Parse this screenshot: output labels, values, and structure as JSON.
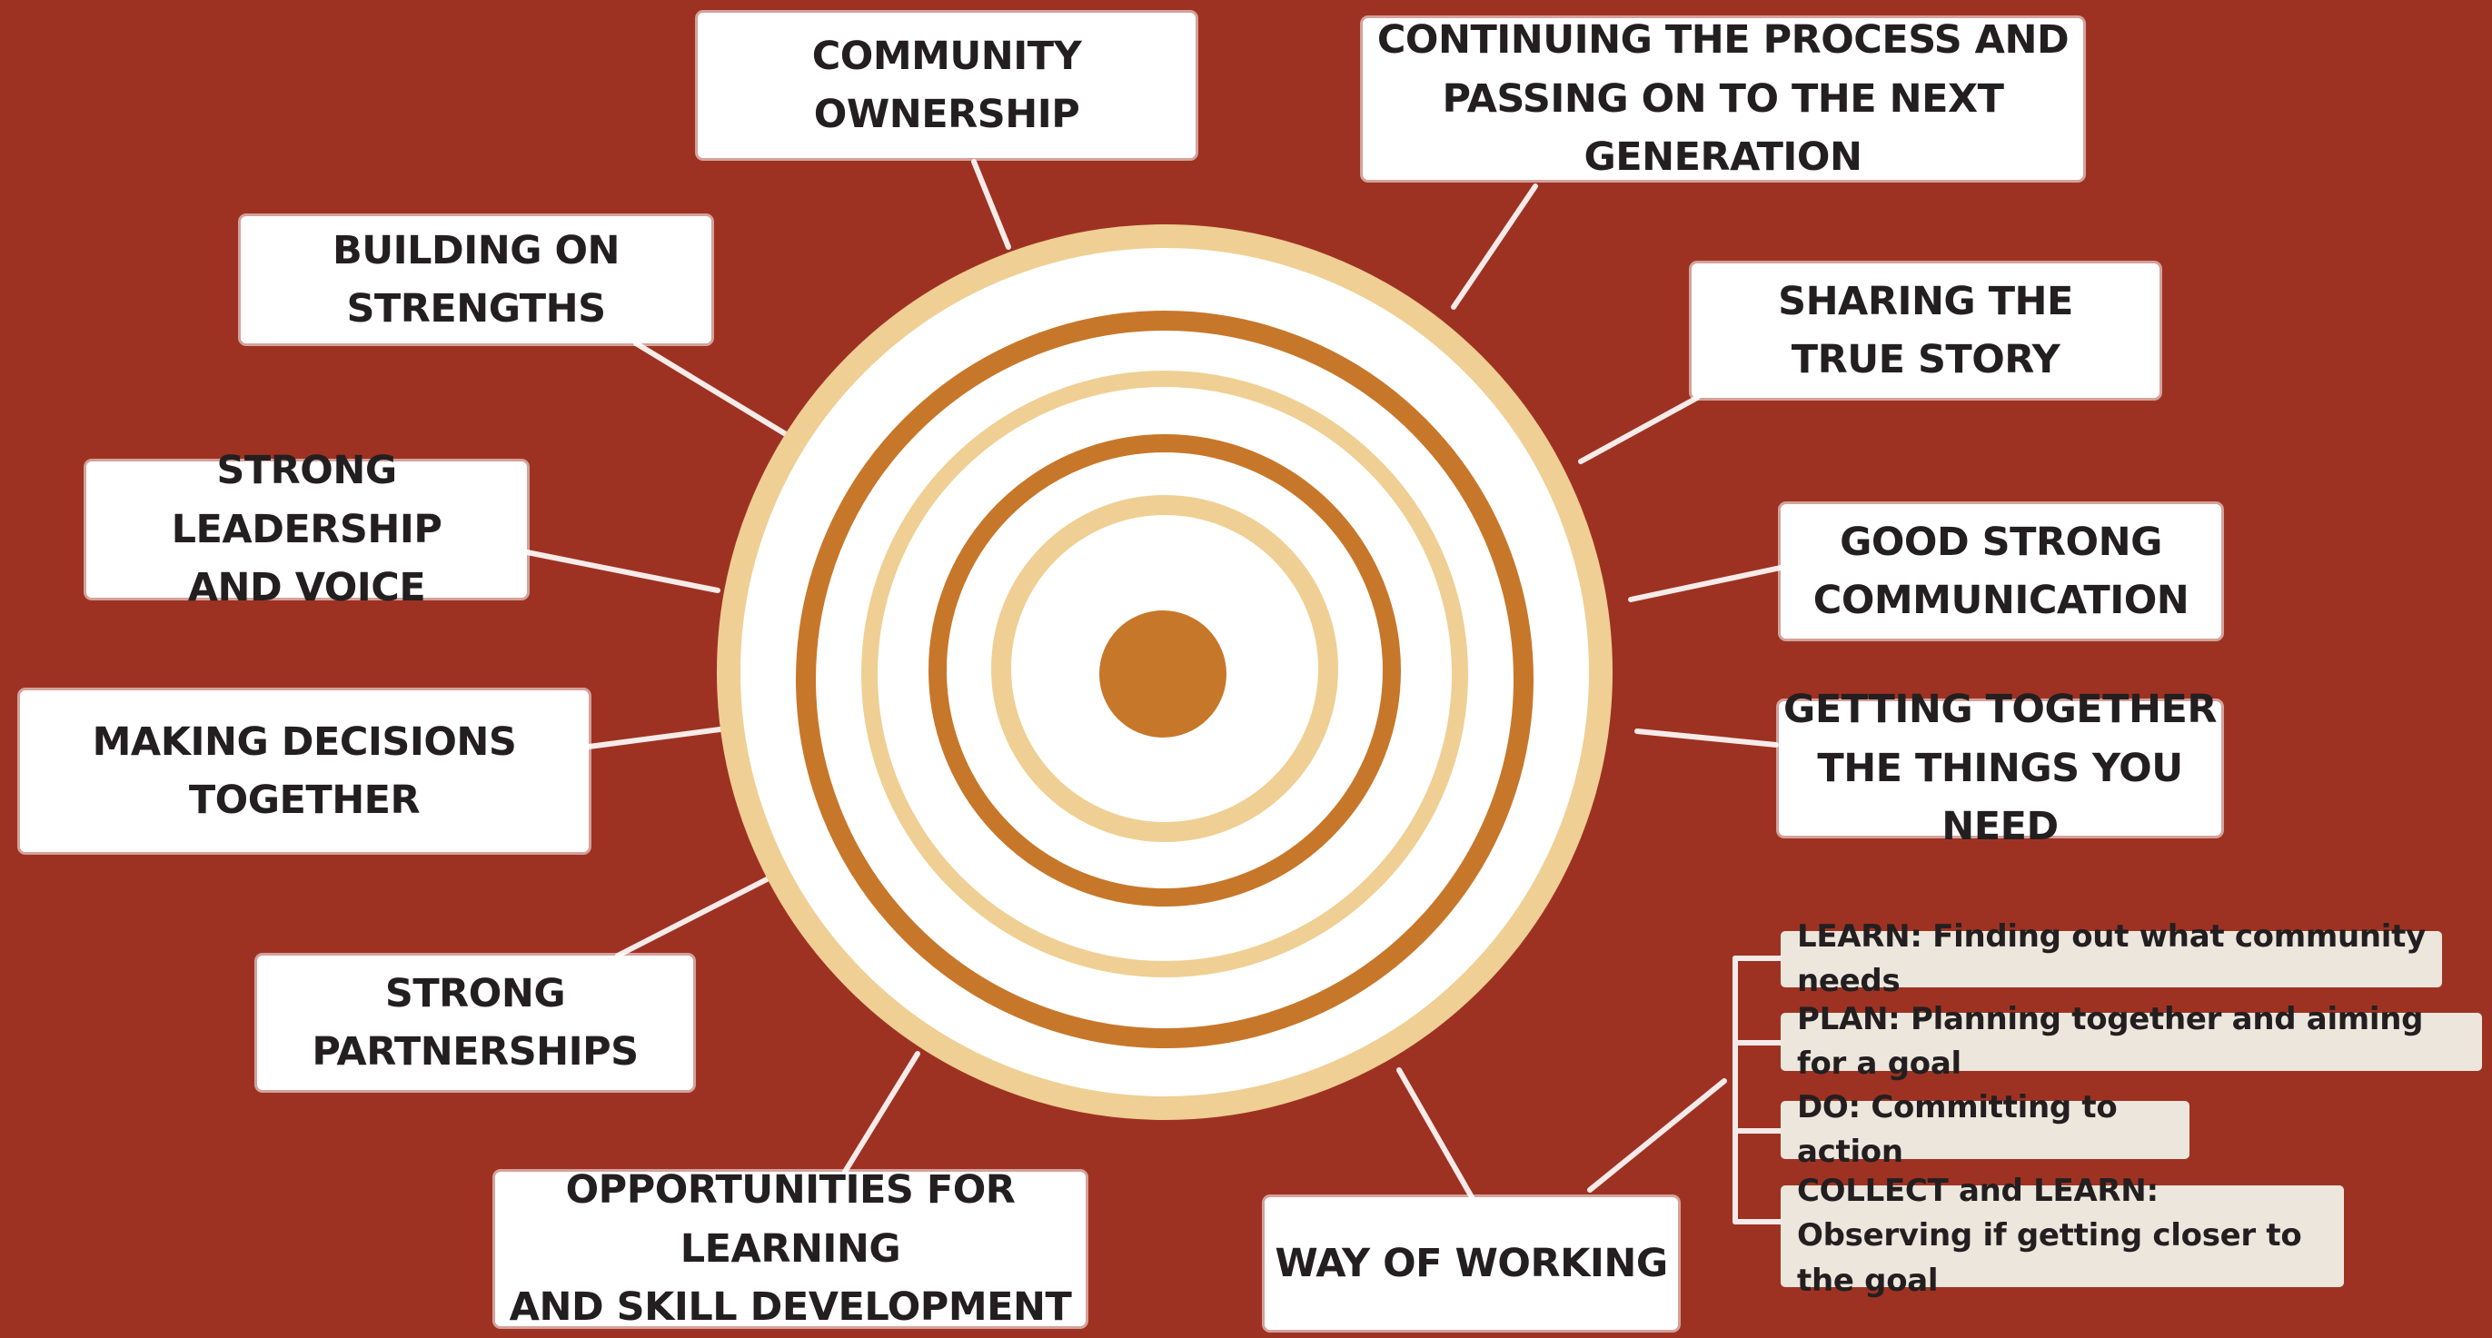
{
  "colors": {
    "background": "#9e3222",
    "box": "#ffffff",
    "sub_box": "#ede6dc",
    "ring_light": "#efcf93",
    "ring_orange": "#c7772a",
    "ring_white": "#ffffff"
  },
  "labels": {
    "community_ownership": "COMMUNITY OWNERSHIP",
    "continuing_line1": "CONTINUING THE PROCESS AND",
    "continuing_line2": "PASSING ON TO THE NEXT GENERATION",
    "building_strengths": "BUILDING ON STRENGTHS",
    "sharing_line1": "SHARING THE",
    "sharing_line2": "TRUE STORY",
    "leadership_line1": "STRONG LEADERSHIP",
    "leadership_line2": "AND VOICE",
    "communication_line1": "GOOD STRONG",
    "communication_line2": "COMMUNICATION",
    "making_decisions": "MAKING DECISIONS TOGETHER",
    "getting_line1": "GETTING TOGETHER",
    "getting_line2": "THE THINGS YOU NEED",
    "partnerships": "STRONG PARTNERSHIPS",
    "opportunities_line1": "OPPORTUNITIES FOR LEARNING",
    "opportunities_line2": "AND SKILL DEVELOPMENT",
    "way_of_working": "WAY OF WORKING"
  },
  "way_of_working_steps": {
    "learn": "LEARN: Finding out what community needs",
    "plan": "PLAN: Planning together and aiming for a goal",
    "do": "DO: Committing to action",
    "collect_line1": "COLLECT and LEARN:",
    "collect_line2": "Observing if getting closer to the goal"
  }
}
